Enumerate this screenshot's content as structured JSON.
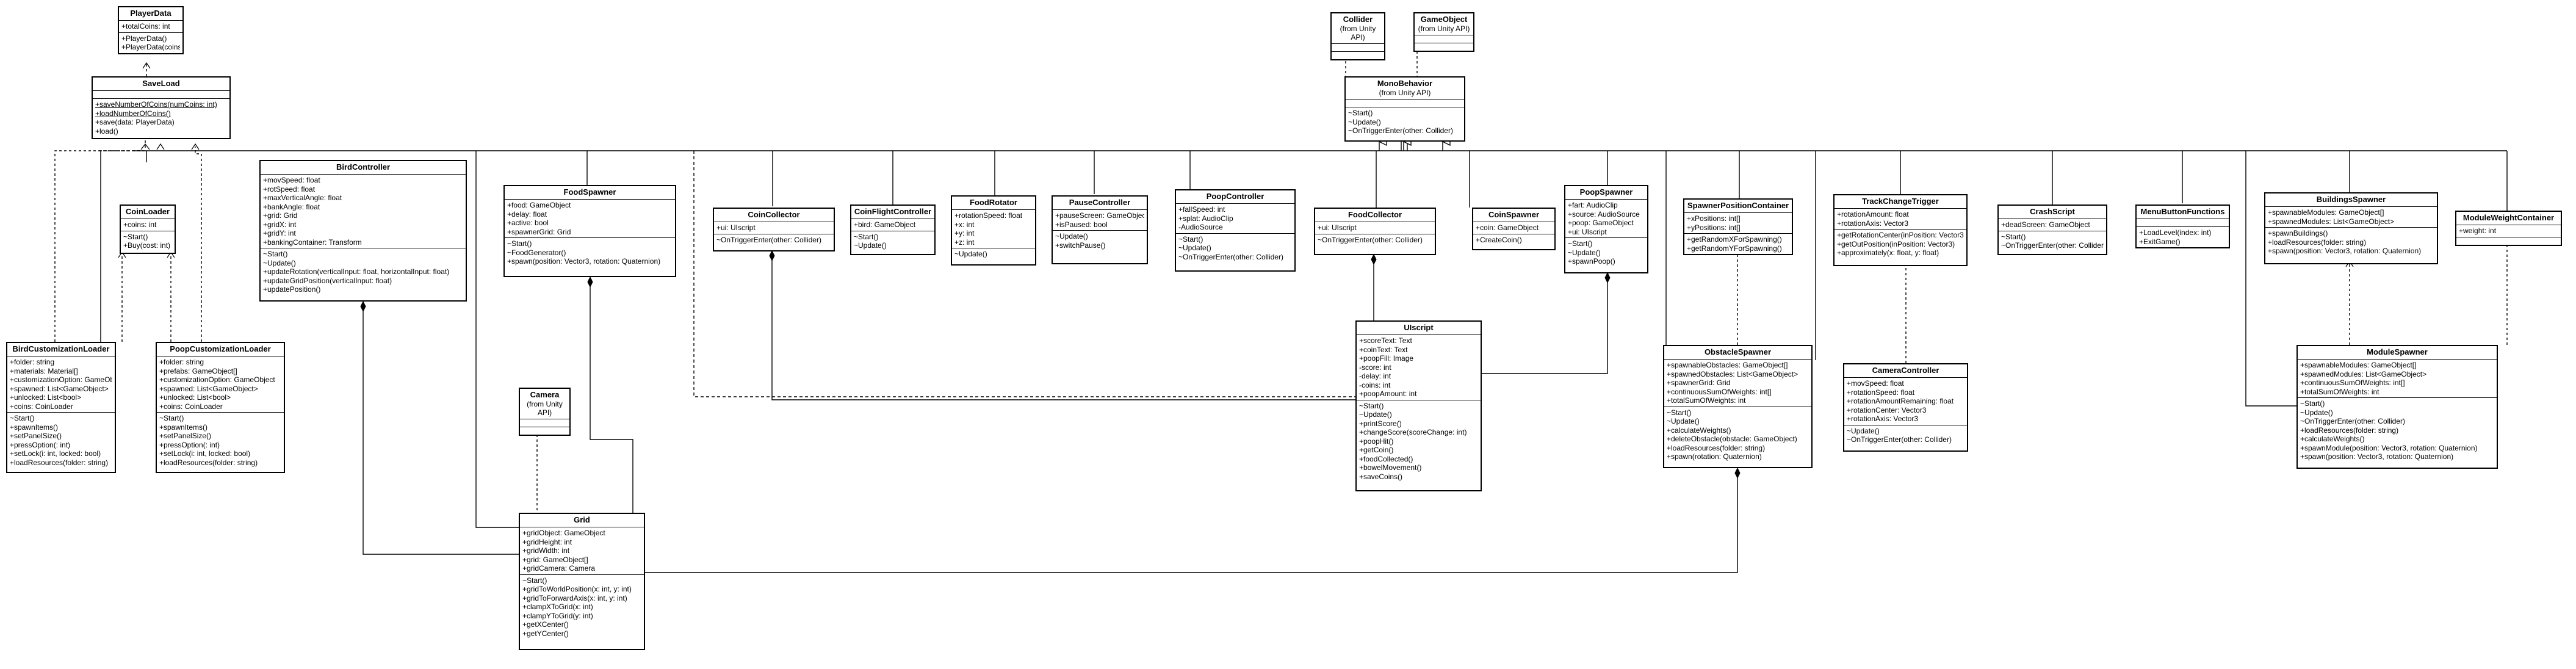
{
  "classes": [
    {
      "id": "PlayerData",
      "name": "PlayerData",
      "fields": [
        "+totalCoins: int"
      ],
      "methods": [
        "+PlayerData()",
        "+PlayerData(coins: int)"
      ]
    },
    {
      "id": "SaveLoad",
      "name": "SaveLoad",
      "fields": [],
      "methods": [
        "+saveNumberOfCoins(numCoins: int)",
        "+loadNumberOfCoins()",
        "+save(data: PlayerData)",
        "+load()"
      ],
      "underlined_methods": [
        0,
        1
      ]
    },
    {
      "id": "CoinLoader",
      "name": "CoinLoader",
      "fields": [
        "+coins: int"
      ],
      "methods": [
        "~Start()",
        "+Buy(cost: int)"
      ]
    },
    {
      "id": "BirdCustomizationLoader",
      "name": "BirdCustomizationLoader",
      "fields": [
        "+folder: string",
        "+materials: Material[]",
        "+customizationOption: GameObject",
        "+spawned: List<GameObject>",
        "+unlocked: List<bool>",
        "+coins: CoinLoader"
      ],
      "methods": [
        "~Start()",
        "+spawnItems()",
        "+setPanelSize()",
        "+pressOption(: int)",
        "+setLock(i: int, locked: bool)",
        "+loadResources(folder: string)"
      ]
    },
    {
      "id": "PoopCustomizationLoader",
      "name": "PoopCustomizationLoader",
      "fields": [
        "+folder: string",
        "+prefabs: GameObject[]",
        "+customizationOption: GameObject",
        "+spawned: List<GameObject>",
        "+unlocked: List<bool>",
        "+coins: CoinLoader"
      ],
      "methods": [
        "~Start()",
        "+spawnItems()",
        "+setPanelSize()",
        "+pressOption(: int)",
        "+setLock(i: int, locked: bool)",
        "+loadResources(folder: string)"
      ]
    },
    {
      "id": "BirdController",
      "name": "BirdController",
      "fields": [
        "+movSpeed: float",
        "+rotSpeed: float",
        "+maxVerticalAngle: float",
        "+bankAngle: float",
        "+grid: Grid",
        "+gridX: int",
        "+gridY: int",
        "+bankingContainer: Transform"
      ],
      "methods": [
        "~Start()",
        "~Update()",
        "+updateRotation(verticalInput: float, horizontalInput: float)",
        "+updateGridPosition(verticalInput: float)",
        "+updatePosition()"
      ]
    },
    {
      "id": "FoodSpawner",
      "name": "FoodSpawner",
      "fields": [
        "+food: GameObject",
        "+delay: float",
        "+active: bool",
        "+spawnerGrid: Grid"
      ],
      "methods": [
        "~Start()",
        "~FoodGenerator()",
        "+spawn(position: Vector3, rotation: Quaternion)"
      ]
    },
    {
      "id": "CoinCollector",
      "name": "CoinCollector",
      "fields": [
        "+ui: UIscript"
      ],
      "methods": [
        "~OnTriggerEnter(other: Collider)"
      ]
    },
    {
      "id": "CoinFlightController",
      "name": "CoinFlightController",
      "fields": [
        "+bird: GameObject"
      ],
      "methods": [
        "~Start()",
        "~Update()"
      ]
    },
    {
      "id": "FoodRotator",
      "name": "FoodRotator",
      "fields": [
        "+rotationSpeed: float",
        "+x: int",
        "+y: int",
        "+z: int"
      ],
      "methods": [
        "~Update()"
      ]
    },
    {
      "id": "PauseController",
      "name": "PauseController",
      "fields": [
        "+pauseScreen: GameObject",
        "+isPaused: bool"
      ],
      "methods": [
        "~Update()",
        "+switchPause()"
      ]
    },
    {
      "id": "PoopController",
      "name": "PoopController",
      "fields": [
        "+fallSpeed: int",
        "+splat: AudioClip",
        "-AudioSource"
      ],
      "methods": [
        "~Start()",
        "~Update()",
        "~OnTriggerEnter(other: Collider)"
      ]
    },
    {
      "id": "Collider",
      "name": "Collider",
      "stereo": "(from Unity API)",
      "fields": [],
      "methods": []
    },
    {
      "id": "GameObject",
      "name": "GameObject",
      "stereo": "(from Unity API)",
      "fields": [],
      "methods": []
    },
    {
      "id": "MonoBehavior",
      "name": "MonoBehavior",
      "stereo": "(from Unity API)",
      "fields": [],
      "methods": [
        "~Start()",
        "~Update()",
        "~OnTriggerEnter(other: Collider)"
      ]
    },
    {
      "id": "FoodCollector",
      "name": "FoodCollector",
      "fields": [
        "+ui: UIscript"
      ],
      "methods": [
        "~OnTriggerEnter(other: Collider)"
      ]
    },
    {
      "id": "CoinSpawner",
      "name": "CoinSpawner",
      "fields": [
        "+coin: GameObject"
      ],
      "methods": [
        "+CreateCoin()"
      ]
    },
    {
      "id": "PoopSpawner",
      "name": "PoopSpawner",
      "fields": [
        "+fart: AudioClip",
        "+source: AudioSource",
        "+poop: GameObject",
        "+ui: UIscript"
      ],
      "methods": [
        "~Start()",
        "~Update()",
        "+spawnPoop()"
      ]
    },
    {
      "id": "SpawnerPositionContainer",
      "name": "SpawnerPositionContainer",
      "fields": [
        "+xPositions: int[]",
        "+yPositions: int[]"
      ],
      "methods": [
        "+getRandomXForSpawning()",
        "+getRandomYForSpawning()"
      ]
    },
    {
      "id": "TrackChangeTrigger",
      "name": "TrackChangeTrigger",
      "fields": [
        "+rotationAmount: float",
        "+rotationAxis: Vector3"
      ],
      "methods": [
        "+getRotationCenter(inPosition: Vector3)",
        "+getOutPosition(inPosition: Vector3)",
        "+approximately(x: float, y: float)"
      ]
    },
    {
      "id": "CrashScript",
      "name": "CrashScript",
      "fields": [
        "+deadScreen: GameObject"
      ],
      "methods": [
        "~Start()",
        "~OnTriggerEnter(other: Collider)"
      ]
    },
    {
      "id": "MenuButtonFunctions",
      "name": "MenuButtonFunctions",
      "fields": [],
      "methods": [
        "+LoadLevel(index: int)",
        "+ExitGame()"
      ]
    },
    {
      "id": "BuildingsSpawner",
      "name": "BuildingsSpawner",
      "fields": [
        "+spawnableModules: GameObject[]",
        "+spawnedModules: List<GameObject>"
      ],
      "methods": [
        "+spawnBuildings()",
        "+loadResources(folder: string)",
        "+spawn(position: Vector3, rotation: Quaternion)"
      ]
    },
    {
      "id": "ModuleWeightContainer",
      "name": "ModuleWeightContainer",
      "fields": [
        "+weight: int"
      ],
      "methods": []
    },
    {
      "id": "Camera",
      "name": "Camera",
      "stereo": "(from Unity API)",
      "fields": [],
      "methods": []
    },
    {
      "id": "UIscript",
      "name": "UIscript",
      "fields": [
        "+scoreText: Text",
        "+coinText: Text",
        "+poopFill: Image",
        "-score: int",
        "-delay: int",
        "-coins: int",
        "+poopAmount: int"
      ],
      "methods": [
        "~Start()",
        "~Update()",
        "+printScore()",
        "+changeScore(scoreChange: int)",
        "+poopHit()",
        "+getCoin()",
        "+foodCollected()",
        "+bowelMovement()",
        "+saveCoins()"
      ]
    },
    {
      "id": "ObstacleSpawner",
      "name": "ObstacleSpawner",
      "fields": [
        "+spawnableObstacles: GameObject[]",
        "+spawnedObstacles: List<GameObject>",
        "+spawnerGrid: Grid",
        "+continuousSumOfWeights: int[]",
        "+totalSumOfWeights: int"
      ],
      "methods": [
        "~Start()",
        "~Update()",
        "+calculateWeights()",
        "+deleteObstacle(obstacle: GameObject)",
        "+loadResources(folder: string)",
        "+spawn(rotation: Quaternion)"
      ]
    },
    {
      "id": "CameraController",
      "name": "CameraController",
      "fields": [
        "+movSpeed: float",
        "+rotationSpeed: float",
        "+rotationAmountRemaining: float",
        "+rotationCenter: Vector3",
        "+rotationAxis: Vector3"
      ],
      "methods": [
        "~Update()",
        "~OnTriggerEnter(other: Collider)"
      ]
    },
    {
      "id": "ModuleSpawner",
      "name": "ModuleSpawner",
      "fields": [
        "+spawnableModules: GameObject[]",
        "+spawnedModules: List<GameObject>",
        "+continuousSumOfWeights: int[]",
        "+totalSumOfWeights: int"
      ],
      "methods": [
        "~Start()",
        "~Update()",
        "~OnTriggerEnter(other: Collider)",
        "+loadResources(folder: string)",
        "+calculateWeights()",
        "+spawnModule(position: Vector3, rotation: Quaternion)",
        "+spawn(position: Vector3, rotation: Quaternion)"
      ]
    },
    {
      "id": "Grid",
      "name": "Grid",
      "fields": [
        "+gridObject: GameObject",
        "+gridHeight: int",
        "+gridWidth: int",
        "+grid: GameObject[]",
        "+gridCamera: Camera"
      ],
      "methods": [
        "~Start()",
        "+gridToWorldPosition(x: int, y: int)",
        "+gridToForwardAxis(x: int, y: int)",
        "+clampXToGrid(x: int)",
        "+clampYToGrid(y: int)",
        "+getXCenter()",
        "+getYCenter()"
      ]
    }
  ]
}
